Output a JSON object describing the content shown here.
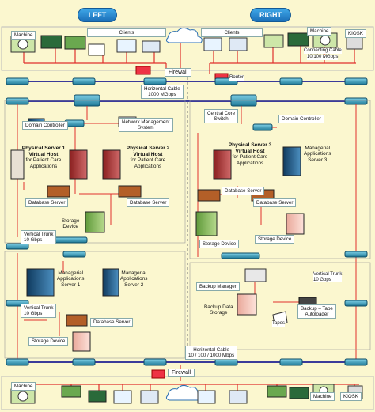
{
  "header": {
    "left": "LEFT",
    "right": "RIGHT"
  },
  "top": {
    "machine_left": "Machine",
    "clients_left": "Clients",
    "clients_right": "Clients",
    "machine_right": "Machine",
    "kiosk": "KIOSK",
    "connecting_cable": "Connecting Cable",
    "cable_speed": "10/100 MGbps",
    "firewall": "Firewall",
    "router": "Router"
  },
  "backbone": {
    "horizontal_cable": "Horizontal Cable",
    "horizontal_speed": "1000 MGbps"
  },
  "left": {
    "domain_controller": "Domain Controller",
    "network_mgmt_1": "Network Management",
    "network_mgmt_2": "System",
    "ps1_title": "Physical Server 1",
    "ps1_sub": "Virtual Host",
    "ps1_desc": "for Patient Care Applications",
    "ps2_title": "Physical Server 2",
    "ps2_sub": "Virtual Host",
    "ps2_desc": "for Patient Care Applications",
    "db1": "Database Server",
    "db2": "Database Server",
    "storage_1": "Storage",
    "storage_2": "Device",
    "trunk1_a": "Vertical Trunk",
    "trunk1_b": "10 Gbps",
    "mgr1_a": "Managerial",
    "mgr1_b": "Applications",
    "mgr1_c": "Server 1",
    "mgr2_a": "Managerial",
    "mgr2_b": "Applications",
    "mgr2_c": "Server 2",
    "trunk2_a": "Vertical Trunk",
    "trunk2_b": "10 Gbps",
    "db3": "Database Server",
    "storage_lower": "Storage Device"
  },
  "right": {
    "core_1": "Central Core",
    "core_2": "Switch",
    "domain_controller": "Domain Controller",
    "ps3_title": "Physical Server 3",
    "ps3_sub": "Virtual Host",
    "ps3_desc": "for Patient Care Applications",
    "mgr3_a": "Managerial",
    "mgr3_b": "Applications",
    "mgr3_c": "Server 3",
    "db4": "Database Server",
    "db5": "Database Server",
    "storage_a": "Storage Device",
    "storage_b": "Storage Device",
    "trunk_a": "Vertical Trunk",
    "trunk_b": "10 Gbps",
    "backup_manager": "Backup Manager",
    "backup_storage_1": "Backup Data",
    "backup_storage_2": "Storage",
    "tape_1": "Backup – Tape",
    "tape_2": "Autoloader",
    "tapes": "Tapes"
  },
  "bottom": {
    "horizontal_cable": "Horizontal Cable",
    "speed": "10 / 100 / 1000 Mbps",
    "firewall": "Firewall",
    "machine_left": "Machine",
    "machine_right": "Machine",
    "kiosk": "KIOSK"
  },
  "colors": {
    "background": "#fbf7cf",
    "link": "#e0302c",
    "cable": "#3b3b9a",
    "switch": "#2a8fb0",
    "header": "#1b6fb8"
  }
}
